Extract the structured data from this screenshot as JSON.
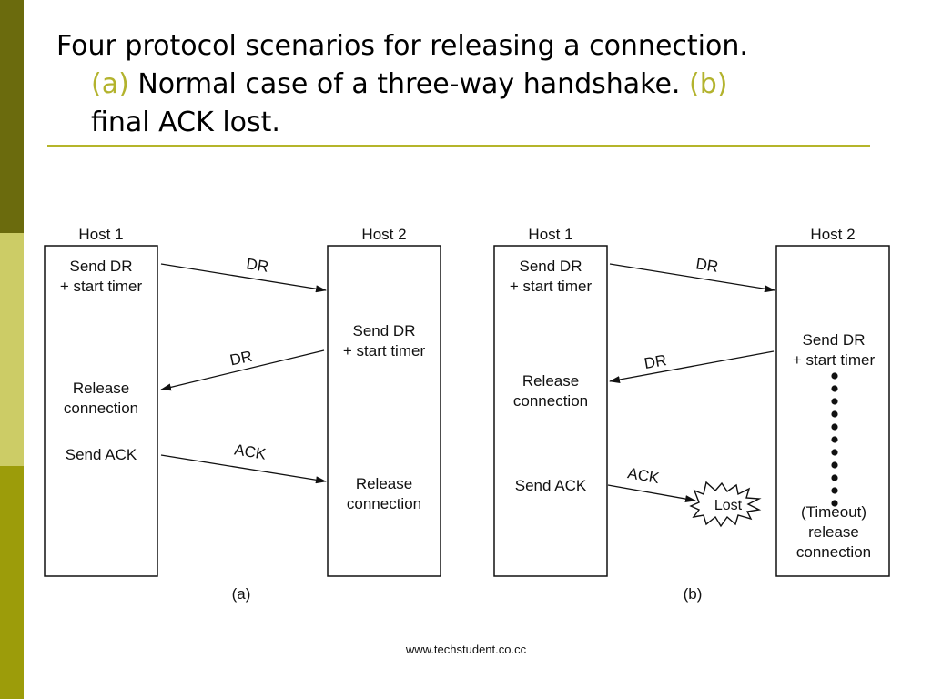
{
  "slide": {
    "title_line1": "Four protocol scenarios for releasing a connection.",
    "label_a": "(a)",
    "text_a": " Normal case of a three-way handshake.  ",
    "label_b": "(b)",
    "text_b": "final ACK lost.",
    "footer": "www.techstudent.co.cc"
  },
  "colors": {
    "sidebar_dark": "#6b6b0d",
    "sidebar_light": "#cccc66",
    "sidebar_mid": "#9c9c0a",
    "accent": "#b3b32e",
    "rule": "#b5b52a"
  },
  "diagram_a": {
    "host1": "Host 1",
    "host2": "Host 2",
    "h1_step1_l1": "Send DR",
    "h1_step1_l2": "+ start timer",
    "h2_step1_l1": "Send DR",
    "h2_step1_l2": "+ start timer",
    "h1_step2_l1": "Release",
    "h1_step2_l2": "connection",
    "h1_step3": "Send ACK",
    "h2_step2_l1": "Release",
    "h2_step2_l2": "connection",
    "msg1": "DR",
    "msg2": "DR",
    "msg3": "ACK",
    "caption": "(a)"
  },
  "diagram_b": {
    "host1": "Host 1",
    "host2": "Host 2",
    "h1_step1_l1": "Send DR",
    "h1_step1_l2": "+ start timer",
    "h2_step1_l1": "Send DR",
    "h2_step1_l2": "+ start timer",
    "h1_step2_l1": "Release",
    "h1_step2_l2": "connection",
    "h1_step3": "Send ACK",
    "lost": "Lost",
    "h2_step2_l1": "(Timeout)",
    "h2_step2_l2": "release",
    "h2_step2_l3": "connection",
    "msg1": "DR",
    "msg2": "DR",
    "msg3": "ACK",
    "caption": "(b)"
  }
}
